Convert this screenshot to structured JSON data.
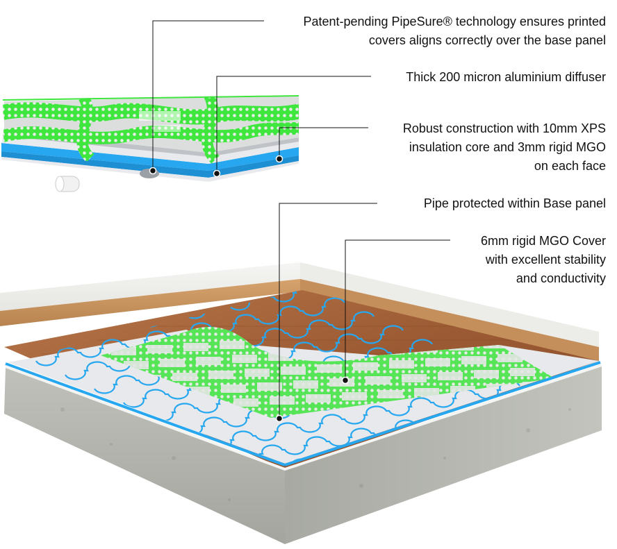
{
  "callouts": [
    {
      "lines": [
        "Patent-pending PipeSure® technology ensures printed",
        "covers aligns correctly over the base panel"
      ]
    },
    {
      "lines": [
        "Thick 200 micron aluminium diffuser"
      ]
    },
    {
      "lines": [
        "Robust construction with 10mm XPS",
        "insulation core and 3mm rigid MGO",
        "on each face"
      ]
    },
    {
      "lines": [
        "Pipe protected within Base  panel"
      ]
    },
    {
      "lines": [
        "6mm rigid MGO Cover",
        "with excellent stability",
        "and conductivity"
      ]
    }
  ],
  "colors": {
    "accent_green": "#3ee63e",
    "insulation_blue": "#27a7f0",
    "panel_grey": "#dfe1e4",
    "concrete": "#b9bbb3",
    "wood_floor": "#a0603a",
    "leader_line": "#111111"
  }
}
